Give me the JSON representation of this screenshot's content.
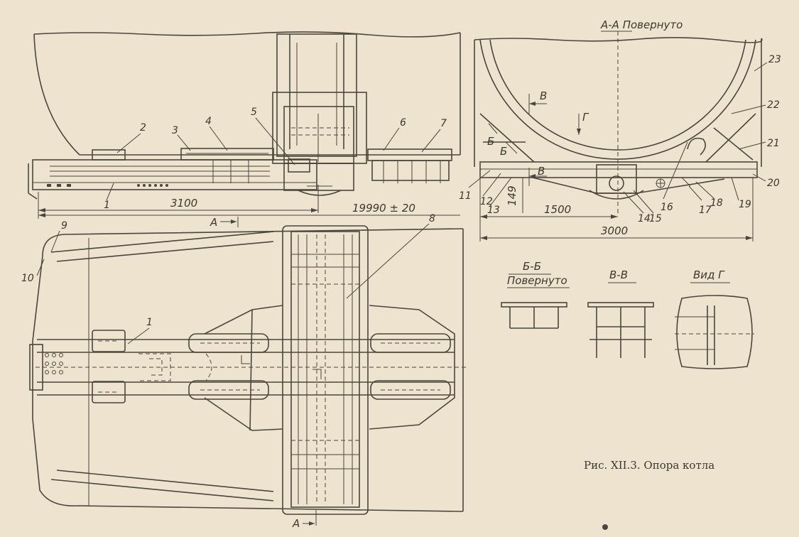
{
  "caption": "Рис. XII.3. Опора котла",
  "section_titles": {
    "aa": "А-А Повернуто",
    "bb": "Б-Б",
    "bb_sub": "Повернуто",
    "vv": "В-В",
    "view_g": "Вид Г"
  },
  "dimensions": {
    "d3100": "3100",
    "d19990": "19990 ± 20",
    "d1500": "1500",
    "d3000": "3000",
    "d149": "149"
  },
  "section_marks": {
    "a_top": "А",
    "a_bottom": "А",
    "b1": "Б",
    "b2": "Б",
    "v1": "В",
    "v2": "В",
    "g": "Г"
  },
  "part_numbers": [
    "1",
    "2",
    "3",
    "4",
    "5",
    "6",
    "7",
    "8",
    "9",
    "10",
    "1",
    "11",
    "12",
    "13",
    "14",
    "15",
    "16",
    "17",
    "18",
    "19",
    "20",
    "21",
    "22",
    "23"
  ]
}
